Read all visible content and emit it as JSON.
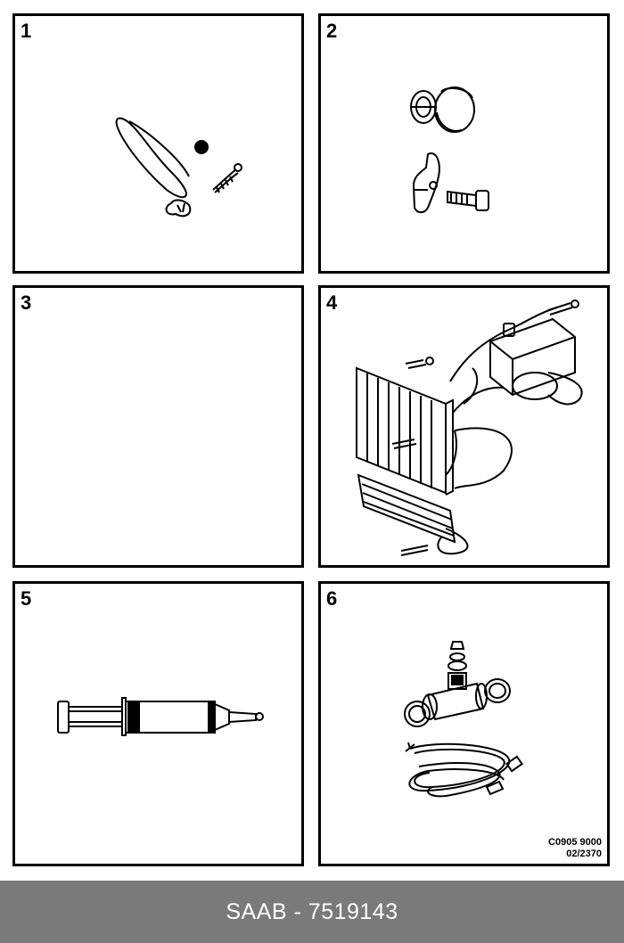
{
  "panels": [
    {
      "number": "1",
      "icon": "cable-tie-clip-screw-icon"
    },
    {
      "number": "2",
      "icon": "grommet-bracket-bolt-icon"
    },
    {
      "number": "3",
      "icon": ""
    },
    {
      "number": "4",
      "icon": "radiator-engine-assembly-icon"
    },
    {
      "number": "5",
      "icon": "grease-syringe-icon"
    },
    {
      "number": "6",
      "icon": "t-fitting-wire-harness-icon"
    }
  ],
  "drawing_code": {
    "line1": "C0905 9000",
    "line2": "02/2370"
  },
  "footer": {
    "caption": "SAAB - 7519143"
  }
}
